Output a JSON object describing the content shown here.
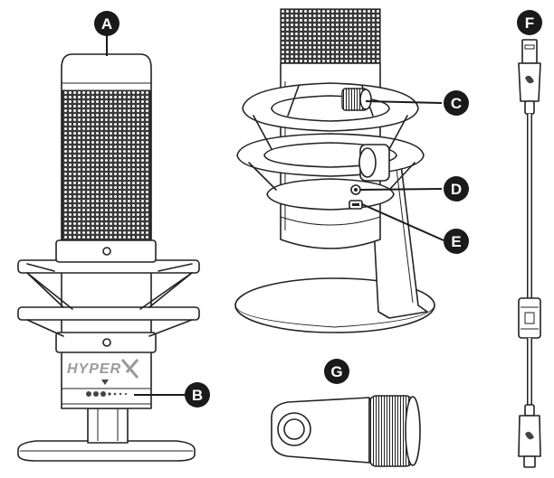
{
  "callouts": {
    "a": "A",
    "b": "B",
    "c": "C",
    "d": "D",
    "e": "E",
    "f": "F",
    "g": "G"
  },
  "brand_logo_text": "HYPER",
  "colors": {
    "callout_fill": "#1a1a1a",
    "line": "#222222",
    "mesh": "#3a3a3a",
    "logo": "#9a9a9a"
  }
}
